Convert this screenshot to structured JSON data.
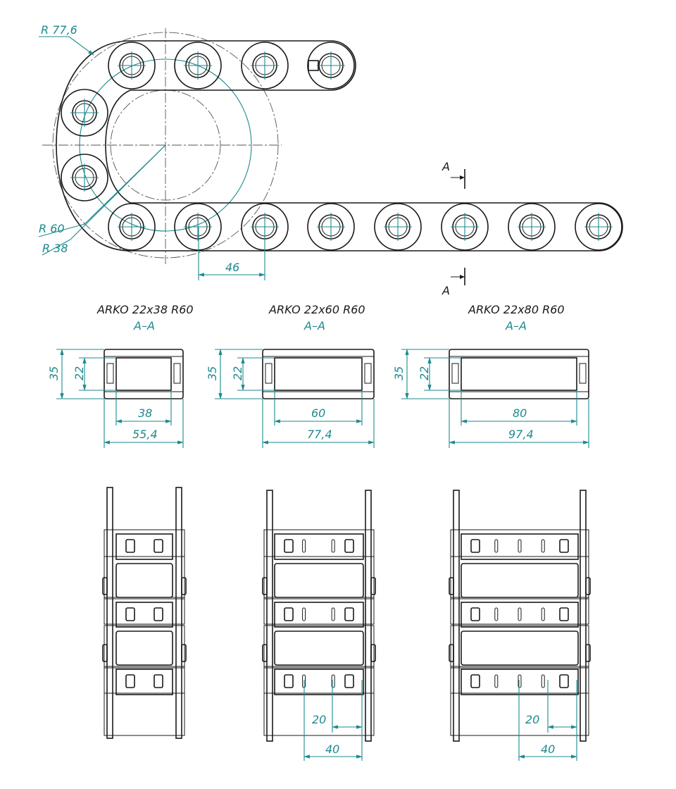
{
  "side_view": {
    "r_outer_label": "R 77,6",
    "r_mid_label": "R 60",
    "r_inner_label": "R 38",
    "pitch_label": "46",
    "section_mark": "A"
  },
  "sections": [
    {
      "title": "ARKO 22x38 R60",
      "section": "A–A",
      "height": "35",
      "inner_height": "22",
      "inner_width": "38",
      "outer_width": "55,4"
    },
    {
      "title": "ARKO 22x60 R60",
      "section": "A–A",
      "height": "35",
      "inner_height": "22",
      "inner_width": "60",
      "outer_width": "77,4"
    },
    {
      "title": "ARKO 22x80 R60",
      "section": "A–A",
      "height": "35",
      "inner_height": "22",
      "inner_width": "80",
      "outer_width": "97,4"
    }
  ],
  "top_views": [
    {
      "slot_spacing": "",
      "mount_spacing": ""
    },
    {
      "slot_spacing": "20",
      "mount_spacing": "40"
    },
    {
      "slot_spacing": "20",
      "mount_spacing": "40"
    }
  ],
  "colors": {
    "line": "#1a1a1a",
    "dimension": "#1d8a8e"
  }
}
